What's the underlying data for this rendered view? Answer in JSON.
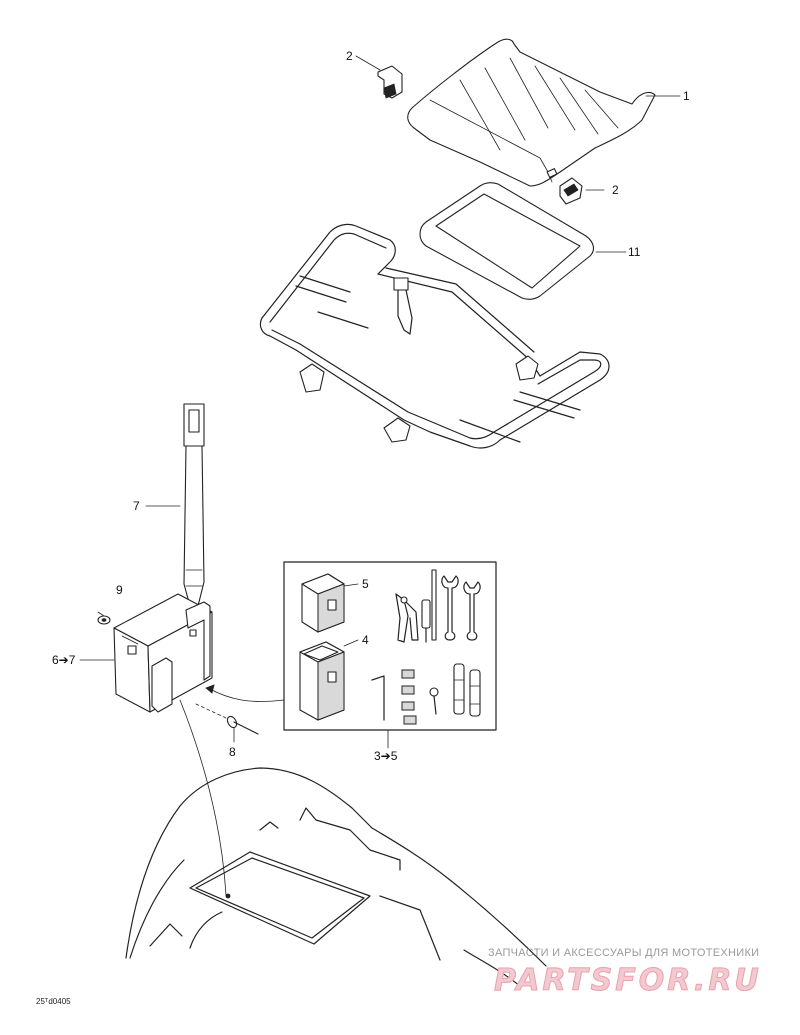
{
  "callouts": [
    {
      "id": "c1",
      "text": "1"
    },
    {
      "id": "c2a",
      "text": "2"
    },
    {
      "id": "c2b",
      "text": "2"
    },
    {
      "id": "c11",
      "text": "11"
    },
    {
      "id": "c7",
      "text": "7"
    },
    {
      "id": "c9",
      "text": "9"
    },
    {
      "id": "c67",
      "text": "6➔7"
    },
    {
      "id": "c5",
      "text": "5"
    },
    {
      "id": "c4",
      "text": "4"
    },
    {
      "id": "c8",
      "text": "8"
    },
    {
      "id": "c35",
      "text": "3➔5"
    }
  ],
  "footer": {
    "code": "25ᵀd0405"
  },
  "watermark": {
    "tagline": "ЗАПЧАСТИ И АКСЕССУАРЫ ДЛЯ МОТОТЕХНИКИ",
    "brand": "PARTSFOR.RU"
  },
  "colors": {
    "line": "#222222",
    "background": "#ffffff",
    "watermark": "#e9a2ae"
  }
}
